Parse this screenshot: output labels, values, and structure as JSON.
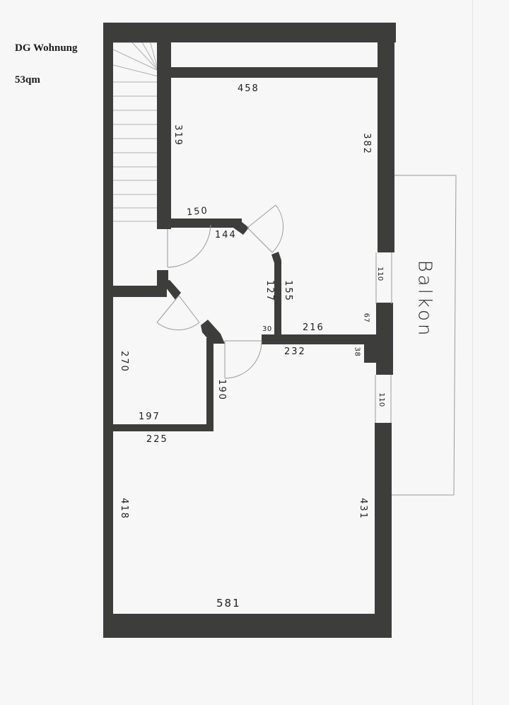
{
  "header": {
    "title": "DG Wohnung",
    "area": "53qm"
  },
  "labels": {
    "balcony": "Balkon"
  },
  "dimensions": {
    "top_room_width": "458",
    "top_room_left_wall": "319",
    "top_room_right_wall": "382",
    "hall_wall_top": "150",
    "hall_door_width": "144",
    "hall_wall_inner": "127",
    "hall_wall_outer": "155",
    "corner_small": "30",
    "mid_wall_top": "216",
    "mid_wall_bottom": "232",
    "window_upper": "110",
    "pillar_upper": "67",
    "pillar_lower": "38",
    "window_lower": "110",
    "bath_left": "270",
    "bath_right": "190",
    "bath_bottom_inner": "197",
    "bath_bottom_outer": "225",
    "living_left": "418",
    "living_right": "431",
    "living_bottom": "581"
  },
  "colors": {
    "wall": "#3d3d3b",
    "paper": "#f7f7f7",
    "thin_line": "#9a9a9a"
  }
}
